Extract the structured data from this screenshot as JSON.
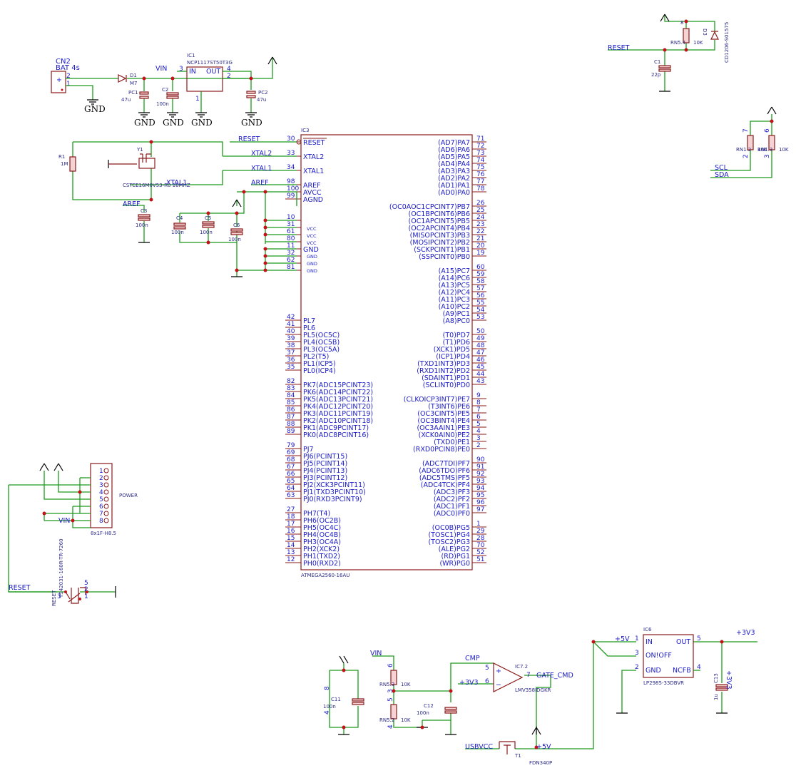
{
  "ic3": {
    "ref": "IC3",
    "value": "ATMEGA2560-16AU",
    "left_pins": [
      {
        "num": "30",
        "name": "RESET"
      },
      {
        "num": "33",
        "name": "XTAL2"
      },
      {
        "num": "34",
        "name": "XTAL1"
      },
      {
        "num": "98",
        "name": "AREF"
      },
      {
        "num": "100",
        "name": "AVCC"
      },
      {
        "num": "99",
        "name": "AGND"
      },
      {
        "num": "10",
        "name": "VCC"
      },
      {
        "num": "31",
        "name": "VCC"
      },
      {
        "num": "61",
        "name": "VCC"
      },
      {
        "num": "80",
        "name": "VCC"
      },
      {
        "num": "11",
        "name": "GND"
      },
      {
        "num": "32",
        "name": "GND"
      },
      {
        "num": "62",
        "name": "GND"
      },
      {
        "num": "81",
        "name": "GND"
      },
      {
        "num": "42",
        "name": "PL7"
      },
      {
        "num": "41",
        "name": "PL6"
      },
      {
        "num": "40",
        "name": "PL5(OC5C)"
      },
      {
        "num": "39",
        "name": "PL4(OC5B)"
      },
      {
        "num": "38",
        "name": "PL3(OC5A)"
      },
      {
        "num": "37",
        "name": "PL2(T5)"
      },
      {
        "num": "36",
        "name": "PL1(ICP5)"
      },
      {
        "num": "35",
        "name": "PL0(ICP4)"
      },
      {
        "num": "82",
        "name": "PK7(ADC15PCINT23)"
      },
      {
        "num": "83",
        "name": "PK6(ADC14PCINT22)"
      },
      {
        "num": "84",
        "name": "PK5(ADC13PCINT21)"
      },
      {
        "num": "85",
        "name": "PK4(ADC12PCINT20)"
      },
      {
        "num": "86",
        "name": "PK3(ADC11PCINT19)"
      },
      {
        "num": "87",
        "name": "PK2(ADC10PCINT18)"
      },
      {
        "num": "88",
        "name": "PK1(ADC9PCINT17)"
      },
      {
        "num": "89",
        "name": "PK0(ADC8PCINT16)"
      },
      {
        "num": "79",
        "name": "PJ7"
      },
      {
        "num": "69",
        "name": "PJ6(PCINT15)"
      },
      {
        "num": "68",
        "name": "PJ5(PCINT14)"
      },
      {
        "num": "67",
        "name": "PJ4(PCINT13)"
      },
      {
        "num": "66",
        "name": "PJ3(PCINT12)"
      },
      {
        "num": "65",
        "name": "PJ2(XCK3PCINT11)"
      },
      {
        "num": "64",
        "name": "PJ1(TXD3PCINT10)"
      },
      {
        "num": "63",
        "name": "PJ0(RXD3PCINT9)"
      },
      {
        "num": "27",
        "name": "PH7(T4)"
      },
      {
        "num": "18",
        "name": "PH6(OC2B)"
      },
      {
        "num": "17",
        "name": "PH5(OC4C)"
      },
      {
        "num": "16",
        "name": "PH4(OC4B)"
      },
      {
        "num": "15",
        "name": "PH3(OC4A)"
      },
      {
        "num": "14",
        "name": "PH2(XCK2)"
      },
      {
        "num": "13",
        "name": "PH1(TXD2)"
      },
      {
        "num": "12",
        "name": "PH0(RXD2)"
      }
    ],
    "right_pins": [
      {
        "num": "71",
        "name": "(AD7)PA7"
      },
      {
        "num": "72",
        "name": "(AD6)PA6"
      },
      {
        "num": "73",
        "name": "(AD5)PA5"
      },
      {
        "num": "74",
        "name": "(AD4)PA4"
      },
      {
        "num": "75",
        "name": "(AD3)PA3"
      },
      {
        "num": "76",
        "name": "(AD2)PA2"
      },
      {
        "num": "77",
        "name": "(AD1)PA1"
      },
      {
        "num": "78",
        "name": "(AD0)PA0"
      },
      {
        "num": "26",
        "name": "(OC0AOC1CPCINT7)PB7"
      },
      {
        "num": "25",
        "name": "(OC1BPCINT6)PB6"
      },
      {
        "num": "24",
        "name": "(OC1APCINT5)PB5"
      },
      {
        "num": "23",
        "name": "(OC2APCINT4)PB4"
      },
      {
        "num": "22",
        "name": "(MISOPCINT3)PB3"
      },
      {
        "num": "21",
        "name": "(MOSIPCINT2)PB2"
      },
      {
        "num": "20",
        "name": "(SCKPCINT1)PB1"
      },
      {
        "num": "19",
        "name": "(SSPCINT0)PB0"
      },
      {
        "num": "60",
        "name": "(A15)PC7"
      },
      {
        "num": "59",
        "name": "(A14)PC6"
      },
      {
        "num": "58",
        "name": "(A13)PC5"
      },
      {
        "num": "57",
        "name": "(A12)PC4"
      },
      {
        "num": "56",
        "name": "(A11)PC3"
      },
      {
        "num": "55",
        "name": "(A10)PC2"
      },
      {
        "num": "54",
        "name": "(A9)PC1"
      },
      {
        "num": "53",
        "name": "(A8)PC0"
      },
      {
        "num": "50",
        "name": "(T0)PD7"
      },
      {
        "num": "49",
        "name": "(T1)PD6"
      },
      {
        "num": "48",
        "name": "(XCK1)PD5"
      },
      {
        "num": "47",
        "name": "(ICP1)PD4"
      },
      {
        "num": "46",
        "name": "(TXD1INT3)PD3"
      },
      {
        "num": "45",
        "name": "(RXD1INT2)PD2"
      },
      {
        "num": "44",
        "name": "(SDAINT1)PD1"
      },
      {
        "num": "43",
        "name": "(SCLINT0)PD0"
      },
      {
        "num": "9",
        "name": "(CLKOICP3INT7)PE7"
      },
      {
        "num": "8",
        "name": "(T3INT6)PE6"
      },
      {
        "num": "7",
        "name": "(OC3CINT5)PE5"
      },
      {
        "num": "6",
        "name": "(OC3BINT4)PE4"
      },
      {
        "num": "5",
        "name": "(OC3AAIN1)PE3"
      },
      {
        "num": "4",
        "name": "(XCK0AIN0)PE2"
      },
      {
        "num": "3",
        "name": "(TXD0)PE1"
      },
      {
        "num": "2",
        "name": "(RXD0PCIN8)PE0"
      },
      {
        "num": "90",
        "name": "(ADC7TDI)PF7"
      },
      {
        "num": "91",
        "name": "(ADC6TDO)PF6"
      },
      {
        "num": "92",
        "name": "(ADC5TMS)PF5"
      },
      {
        "num": "93",
        "name": "(ADC4TCK)PF4"
      },
      {
        "num": "94",
        "name": "(ADC3)PF3"
      },
      {
        "num": "95",
        "name": "(ADC2)PF2"
      },
      {
        "num": "96",
        "name": "(ADC1)PF1"
      },
      {
        "num": "97",
        "name": "(ADC0)PF0"
      },
      {
        "num": "1",
        "name": "(OC0B)PG5"
      },
      {
        "num": "29",
        "name": "(TOSC1)PG4"
      },
      {
        "num": "28",
        "name": "(TOSC2)PG3"
      },
      {
        "num": "70",
        "name": "(ALE)PG2"
      },
      {
        "num": "52",
        "name": "(RD)PG1"
      },
      {
        "num": "51",
        "name": "(WR)PG0"
      }
    ]
  },
  "power_in": {
    "cn2_ref": "CN2",
    "cn2_value": "BAT 4s",
    "cn2_plus": "+",
    "cn2_pin2": "2",
    "cn2_pin1": "1",
    "d1_ref": "D1",
    "d1_value": "M7",
    "vin": "VIN",
    "pc1_ref": "PC1",
    "pc1_value": "47u",
    "c2_ref": "C2",
    "c2_value": "100n",
    "ic1_ref": "IC1",
    "ic1_value": "NCP1117ST50T3G",
    "ic1_in": "IN",
    "ic1_out": "OUT",
    "ic1_pin3": "3",
    "ic1_pin4": "4",
    "ic1_pin2": "2",
    "ic1_pin1": "1",
    "pc2_ref": "PC2",
    "pc2_value": "47u",
    "gnd": "GND"
  },
  "reset_circuit": {
    "reset": "RESET",
    "rn5_ref": "RN5.4",
    "rn5_pin8": "8",
    "rn5_value": "10K",
    "d3_ref": "D3",
    "d3_value": "CD1206-S01575",
    "c1_ref": "C1",
    "c1_value": "22p"
  },
  "crystal": {
    "reset": "RESET",
    "xtal2": "XTAL2",
    "xtal1": "XTAL1",
    "xtal1_b": "XTAL1",
    "aref": "AREF",
    "aref_b": "AREF",
    "r1_ref": "R1",
    "r1_value": "1M",
    "y1_ref": "Y1",
    "y1_value": "CSTCE16M0V53-R0 16MHZ",
    "c3_ref": "C3",
    "c3_value": "100n",
    "c4_ref": "C4",
    "c4_value": "100n",
    "c5_ref": "C5",
    "c5_value": "100n",
    "c6_ref": "C6",
    "c6_value": "100n",
    "vcc_small": "VCC",
    "gnd_small": "GND"
  },
  "i2c": {
    "rn1_ref": "RN1.2",
    "rn1_value": "10K",
    "rn1b_ref": "RN1.3",
    "rn1b_value": "10K",
    "pin7": "7",
    "pin2": "2",
    "pin6": "6",
    "pin3": "3",
    "scl": "SCL",
    "sda": "SDA"
  },
  "header": {
    "pins": [
      "1",
      "2",
      "3",
      "4",
      "5",
      "6",
      "7",
      "8"
    ],
    "ref": "POWER",
    "value": "8x1F-H8.5",
    "vin": "VIN"
  },
  "reset_switch": {
    "reset": "RESET",
    "ref": "RESET",
    "value": "TS42031-160R-TR-7260",
    "p5": "5",
    "p2": "2",
    "p1": "1",
    "p3": "3"
  },
  "comparator": {
    "vin": "VIN",
    "c11_ref": "C11",
    "c11_value": "100n",
    "c11_p8": "8",
    "c11_p4": "4",
    "rn53_ref": "RN5.3",
    "rn53_value": "10K",
    "rn52_ref": "RN5.2",
    "rn52_value": "10K",
    "r_p6": "6",
    "r_p3": "3",
    "r_p5": "5",
    "r_p4": "4",
    "c12_ref": "C12",
    "c12_value": "100n",
    "cmp": "CMP",
    "v3": "+3V3",
    "op_ref": "IC7.2",
    "op_value": "LMV358IDGKR",
    "op_p5": "5",
    "op_p6": "6",
    "op_p7": "7",
    "gate": "GATE_CMD",
    "usbvcc": "USBVCC",
    "t1_ref": "T1",
    "t1_value": "FDN340P",
    "v5": "+5V"
  },
  "ldo3v3": {
    "v5": "+5V",
    "ic6_ref": "IC6",
    "ic6_value": "LP2985-33DBVR",
    "in": "IN",
    "out": "OUT",
    "onoff": "ON!OFF",
    "gnd": "GND",
    "ncfb": "NCFB",
    "p1": "1",
    "p3": "3",
    "p2": "2",
    "p5": "5",
    "p4": "4",
    "v33": "+3V3",
    "v33_vert": "+3V3",
    "c13_ref": "C13",
    "c13_value": "1u"
  }
}
